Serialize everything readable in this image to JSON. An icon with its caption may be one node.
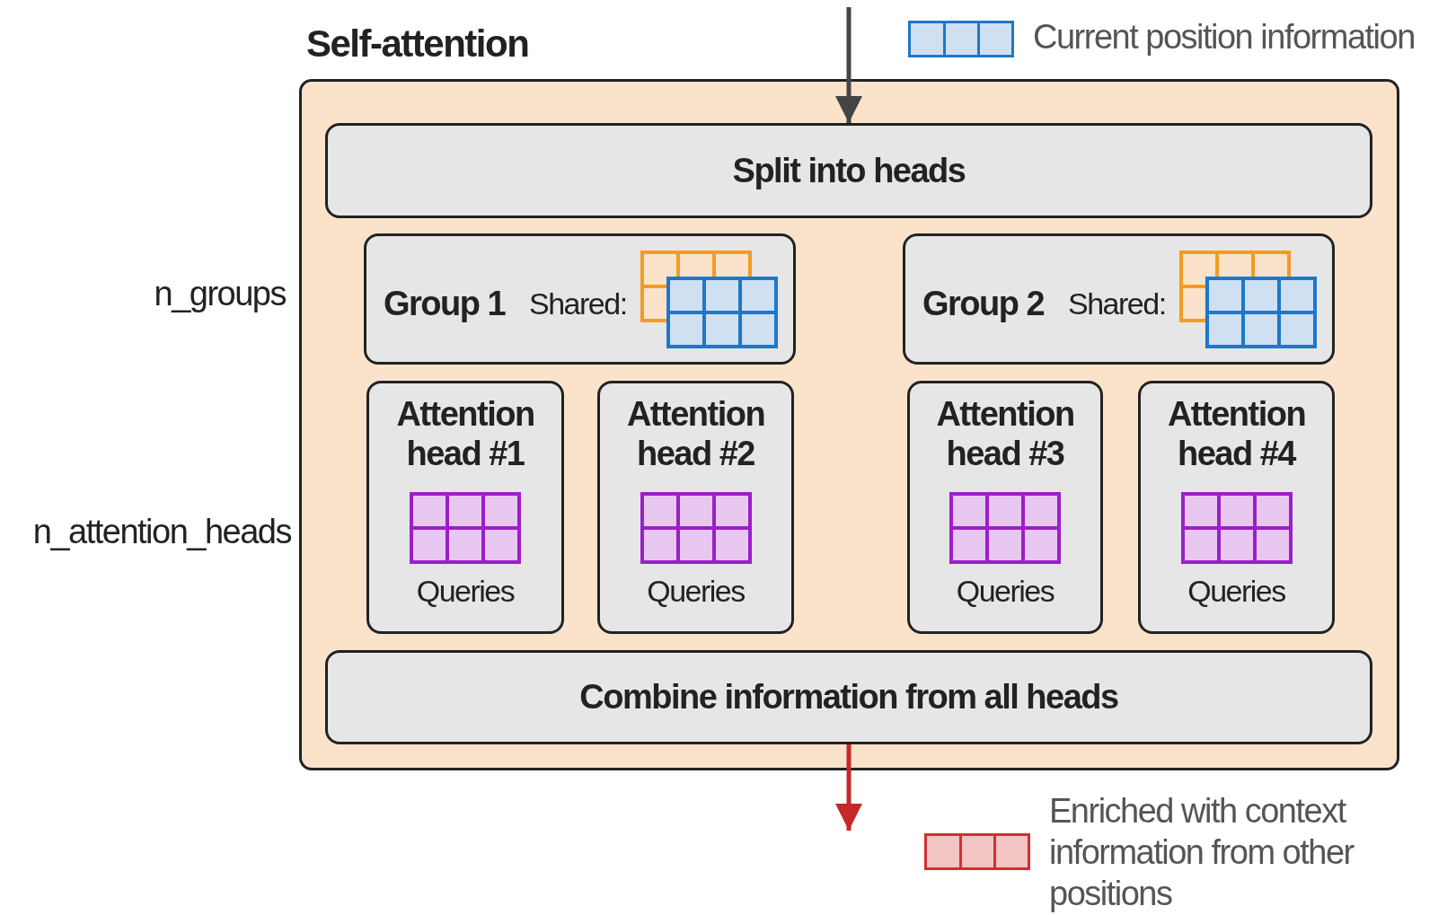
{
  "diagram": {
    "nodes": [
      {
        "text": [
          "Self-attention"
        ]
      },
      {
        "text": [
          "Split into heads"
        ],
        "in": 0
      },
      {
        "text": [
          "Group 1",
          "Shared:"
        ],
        "in": 0
      },
      {
        "text": [
          "Group 2",
          "Shared:"
        ],
        "in": 0
      },
      {
        "text": [
          "Attention head #1",
          "Queries"
        ],
        "in": 0
      },
      {
        "text": [
          "Attention head #2",
          "Queries"
        ],
        "in": 0
      },
      {
        "text": [
          "Attention head #3",
          "Queries"
        ],
        "in": 0
      },
      {
        "text": [
          "Attention head #4",
          "Queries"
        ],
        "in": 0
      },
      {
        "text": [
          "Combine information from all heads"
        ],
        "in": 0
      }
    ],
    "edges": [
      {
        "from": null,
        "to": 1,
        "arrow": "to"
      },
      {
        "from": 8,
        "to": null,
        "arrow": "to",
        "color": "#c62828"
      }
    ],
    "labels": [
      "n_groups",
      "n_attention_heads"
    ],
    "legend": [
      {
        "text": "Current position information",
        "color": "#cfe0f2"
      },
      {
        "text": "Enriched with context information from other positions",
        "color": "#f2c4c4"
      }
    ]
  }
}
